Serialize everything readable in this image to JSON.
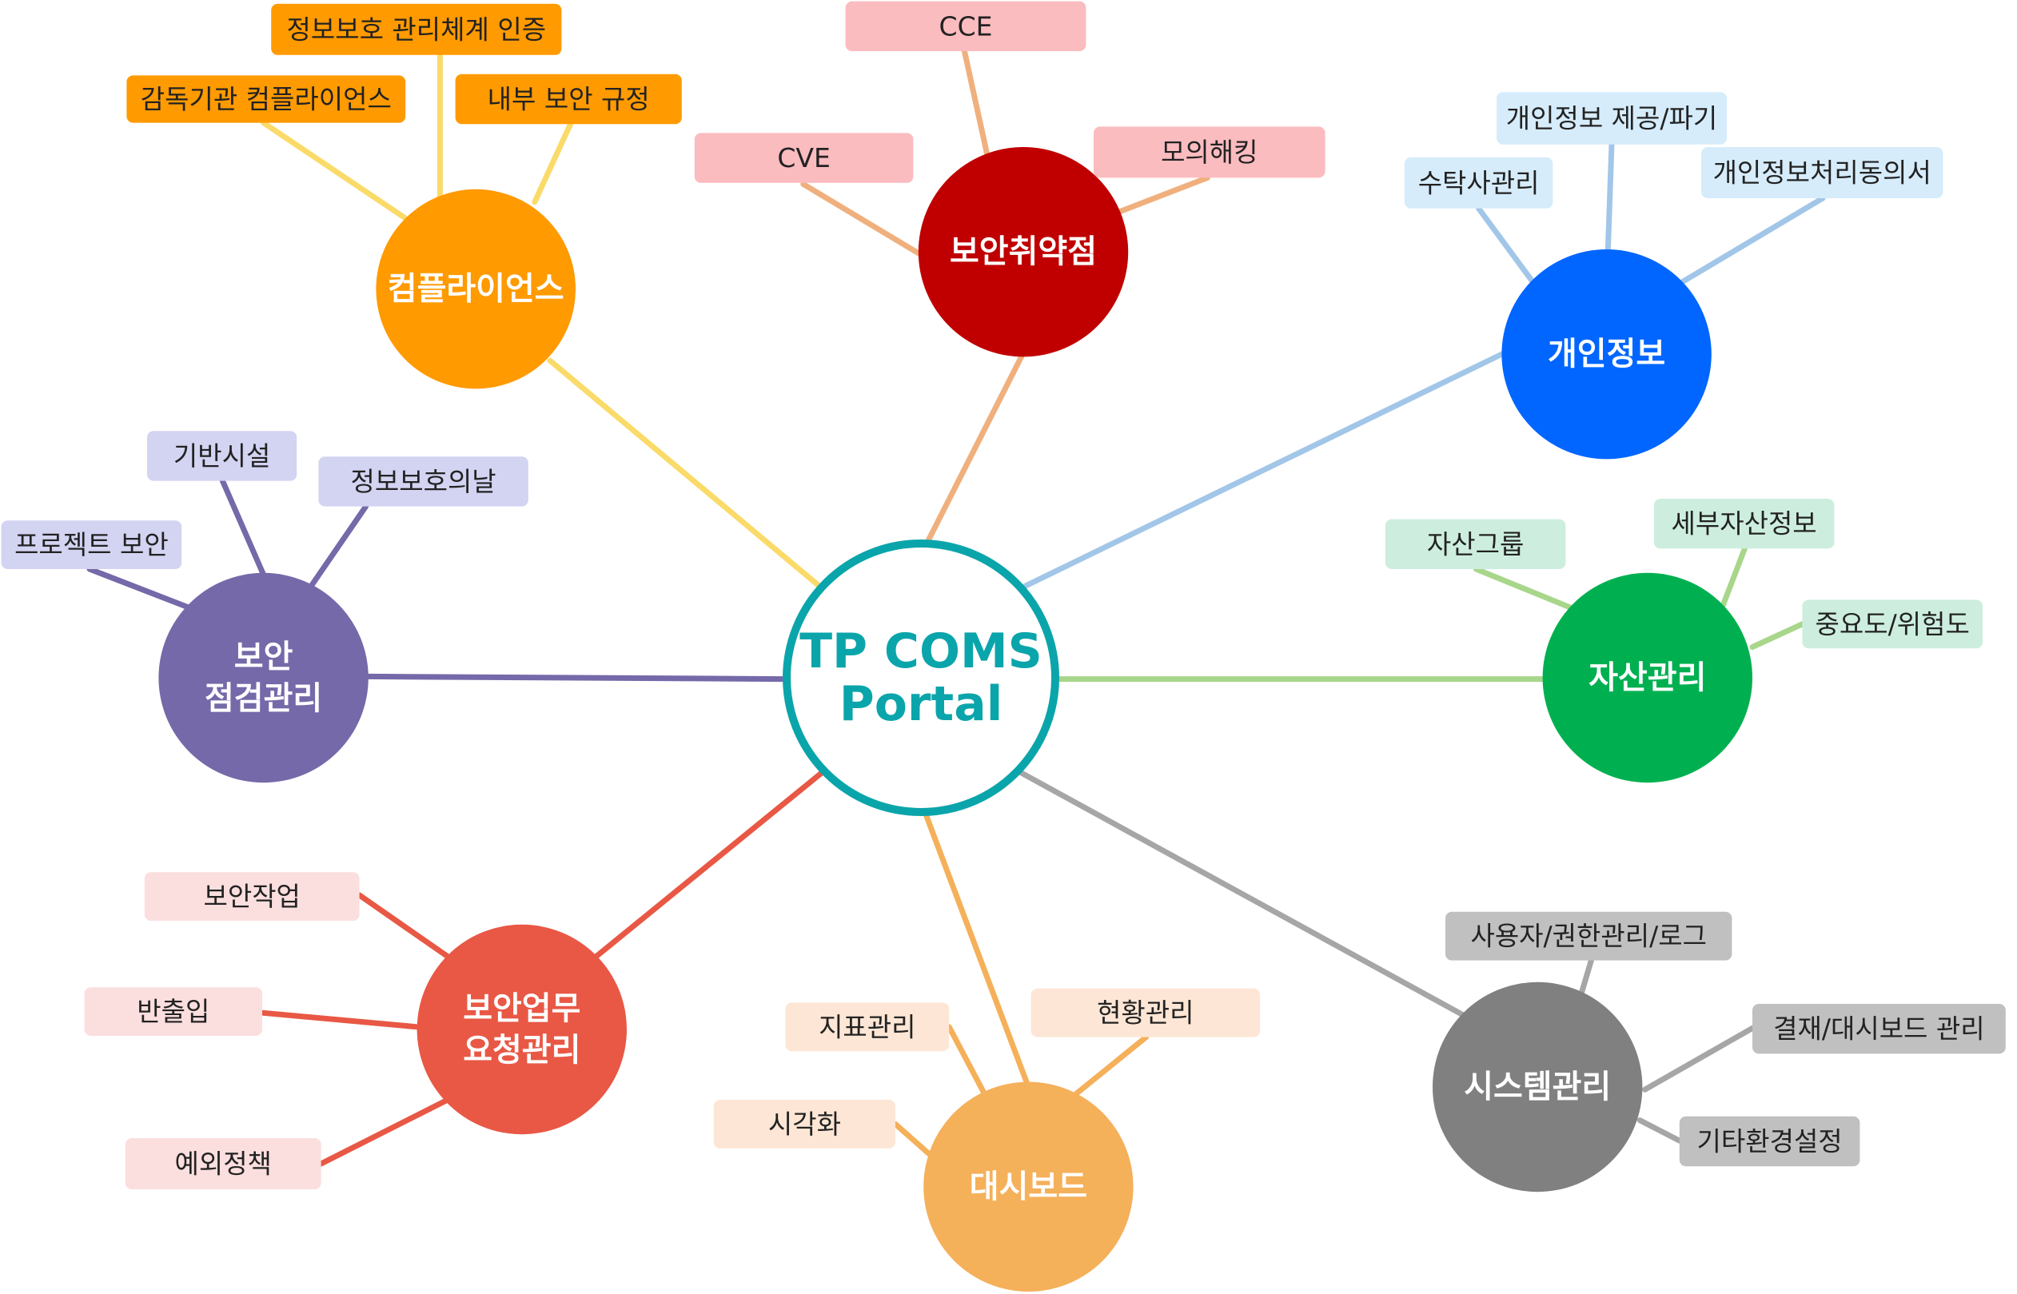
{
  "center": {
    "lines": [
      "TP COMS",
      "Portal"
    ],
    "color": "#0aa5ab"
  },
  "branches": [
    {
      "id": "compliance",
      "lines": [
        "컴플라이언스"
      ],
      "color": "#ff9a00",
      "line_color": "#fadb6a",
      "leaves": [
        {
          "label": "정보보호 관리체계 인증",
          "fill": "#ff9a00"
        },
        {
          "label": "감독기관 컴플라이언스",
          "fill": "#ff9a00"
        },
        {
          "label": "내부 보안 규정",
          "fill": "#ff9a00"
        }
      ]
    },
    {
      "id": "vuln",
      "lines": [
        "보안취약점"
      ],
      "color": "#c00000",
      "line_color": "#f0b07d",
      "leaves": [
        {
          "label": "CCE",
          "fill": "#fbbcbf"
        },
        {
          "label": "CVE",
          "fill": "#fbbcbf"
        },
        {
          "label": "모의해킹",
          "fill": "#fbbcbf"
        }
      ]
    },
    {
      "id": "privacy",
      "lines": [
        "개인정보"
      ],
      "color": "#0066ff",
      "line_color": "#a2c6e8",
      "leaves": [
        {
          "label": "개인정보 제공/파기",
          "fill": "#d6ecfb"
        },
        {
          "label": "수탁사관리",
          "fill": "#d6ecfb"
        },
        {
          "label": "개인정보처리동의서",
          "fill": "#d6ecfb"
        }
      ]
    },
    {
      "id": "inspection",
      "lines": [
        "보안",
        "점검관리"
      ],
      "color": "#7569a9",
      "line_color": "#7569a9",
      "leaves": [
        {
          "label": "기반시설",
          "fill": "#d3d3f2"
        },
        {
          "label": "정보보호의날",
          "fill": "#d3d3f2"
        },
        {
          "label": "프로젝트 보안",
          "fill": "#d3d3f2"
        }
      ]
    },
    {
      "id": "asset",
      "lines": [
        "자산관리"
      ],
      "color": "#00b050",
      "line_color": "#a8d68a",
      "leaves": [
        {
          "label": "자산그룹",
          "fill": "#cdeedf"
        },
        {
          "label": "세부자산정보",
          "fill": "#cdeedf"
        },
        {
          "label": "중요도/위험도",
          "fill": "#cdeedf"
        }
      ]
    },
    {
      "id": "request",
      "lines": [
        "보안업무",
        "요청관리"
      ],
      "color": "#e85845",
      "line_color": "#e85845",
      "leaves": [
        {
          "label": "보안작업",
          "fill": "#fbdede"
        },
        {
          "label": "반출입",
          "fill": "#fbdede"
        },
        {
          "label": "예외정책",
          "fill": "#fbdede"
        }
      ]
    },
    {
      "id": "dashboard",
      "lines": [
        "대시보드"
      ],
      "color": "#f5b05a",
      "line_color": "#f5b05a",
      "leaves": [
        {
          "label": "지표관리",
          "fill": "#fde6d5"
        },
        {
          "label": "현황관리",
          "fill": "#fde6d5"
        },
        {
          "label": "시각화",
          "fill": "#fde6d5"
        }
      ]
    },
    {
      "id": "system",
      "lines": [
        "시스템관리"
      ],
      "color": "#808080",
      "line_color": "#a6a6a6",
      "leaves": [
        {
          "label": "사용자/권한관리/로그",
          "fill": "#c0c0c0"
        },
        {
          "label": "결재/대시보드 관리",
          "fill": "#c0c0c0"
        },
        {
          "label": "기타환경설정",
          "fill": "#c0c0c0"
        }
      ]
    }
  ]
}
